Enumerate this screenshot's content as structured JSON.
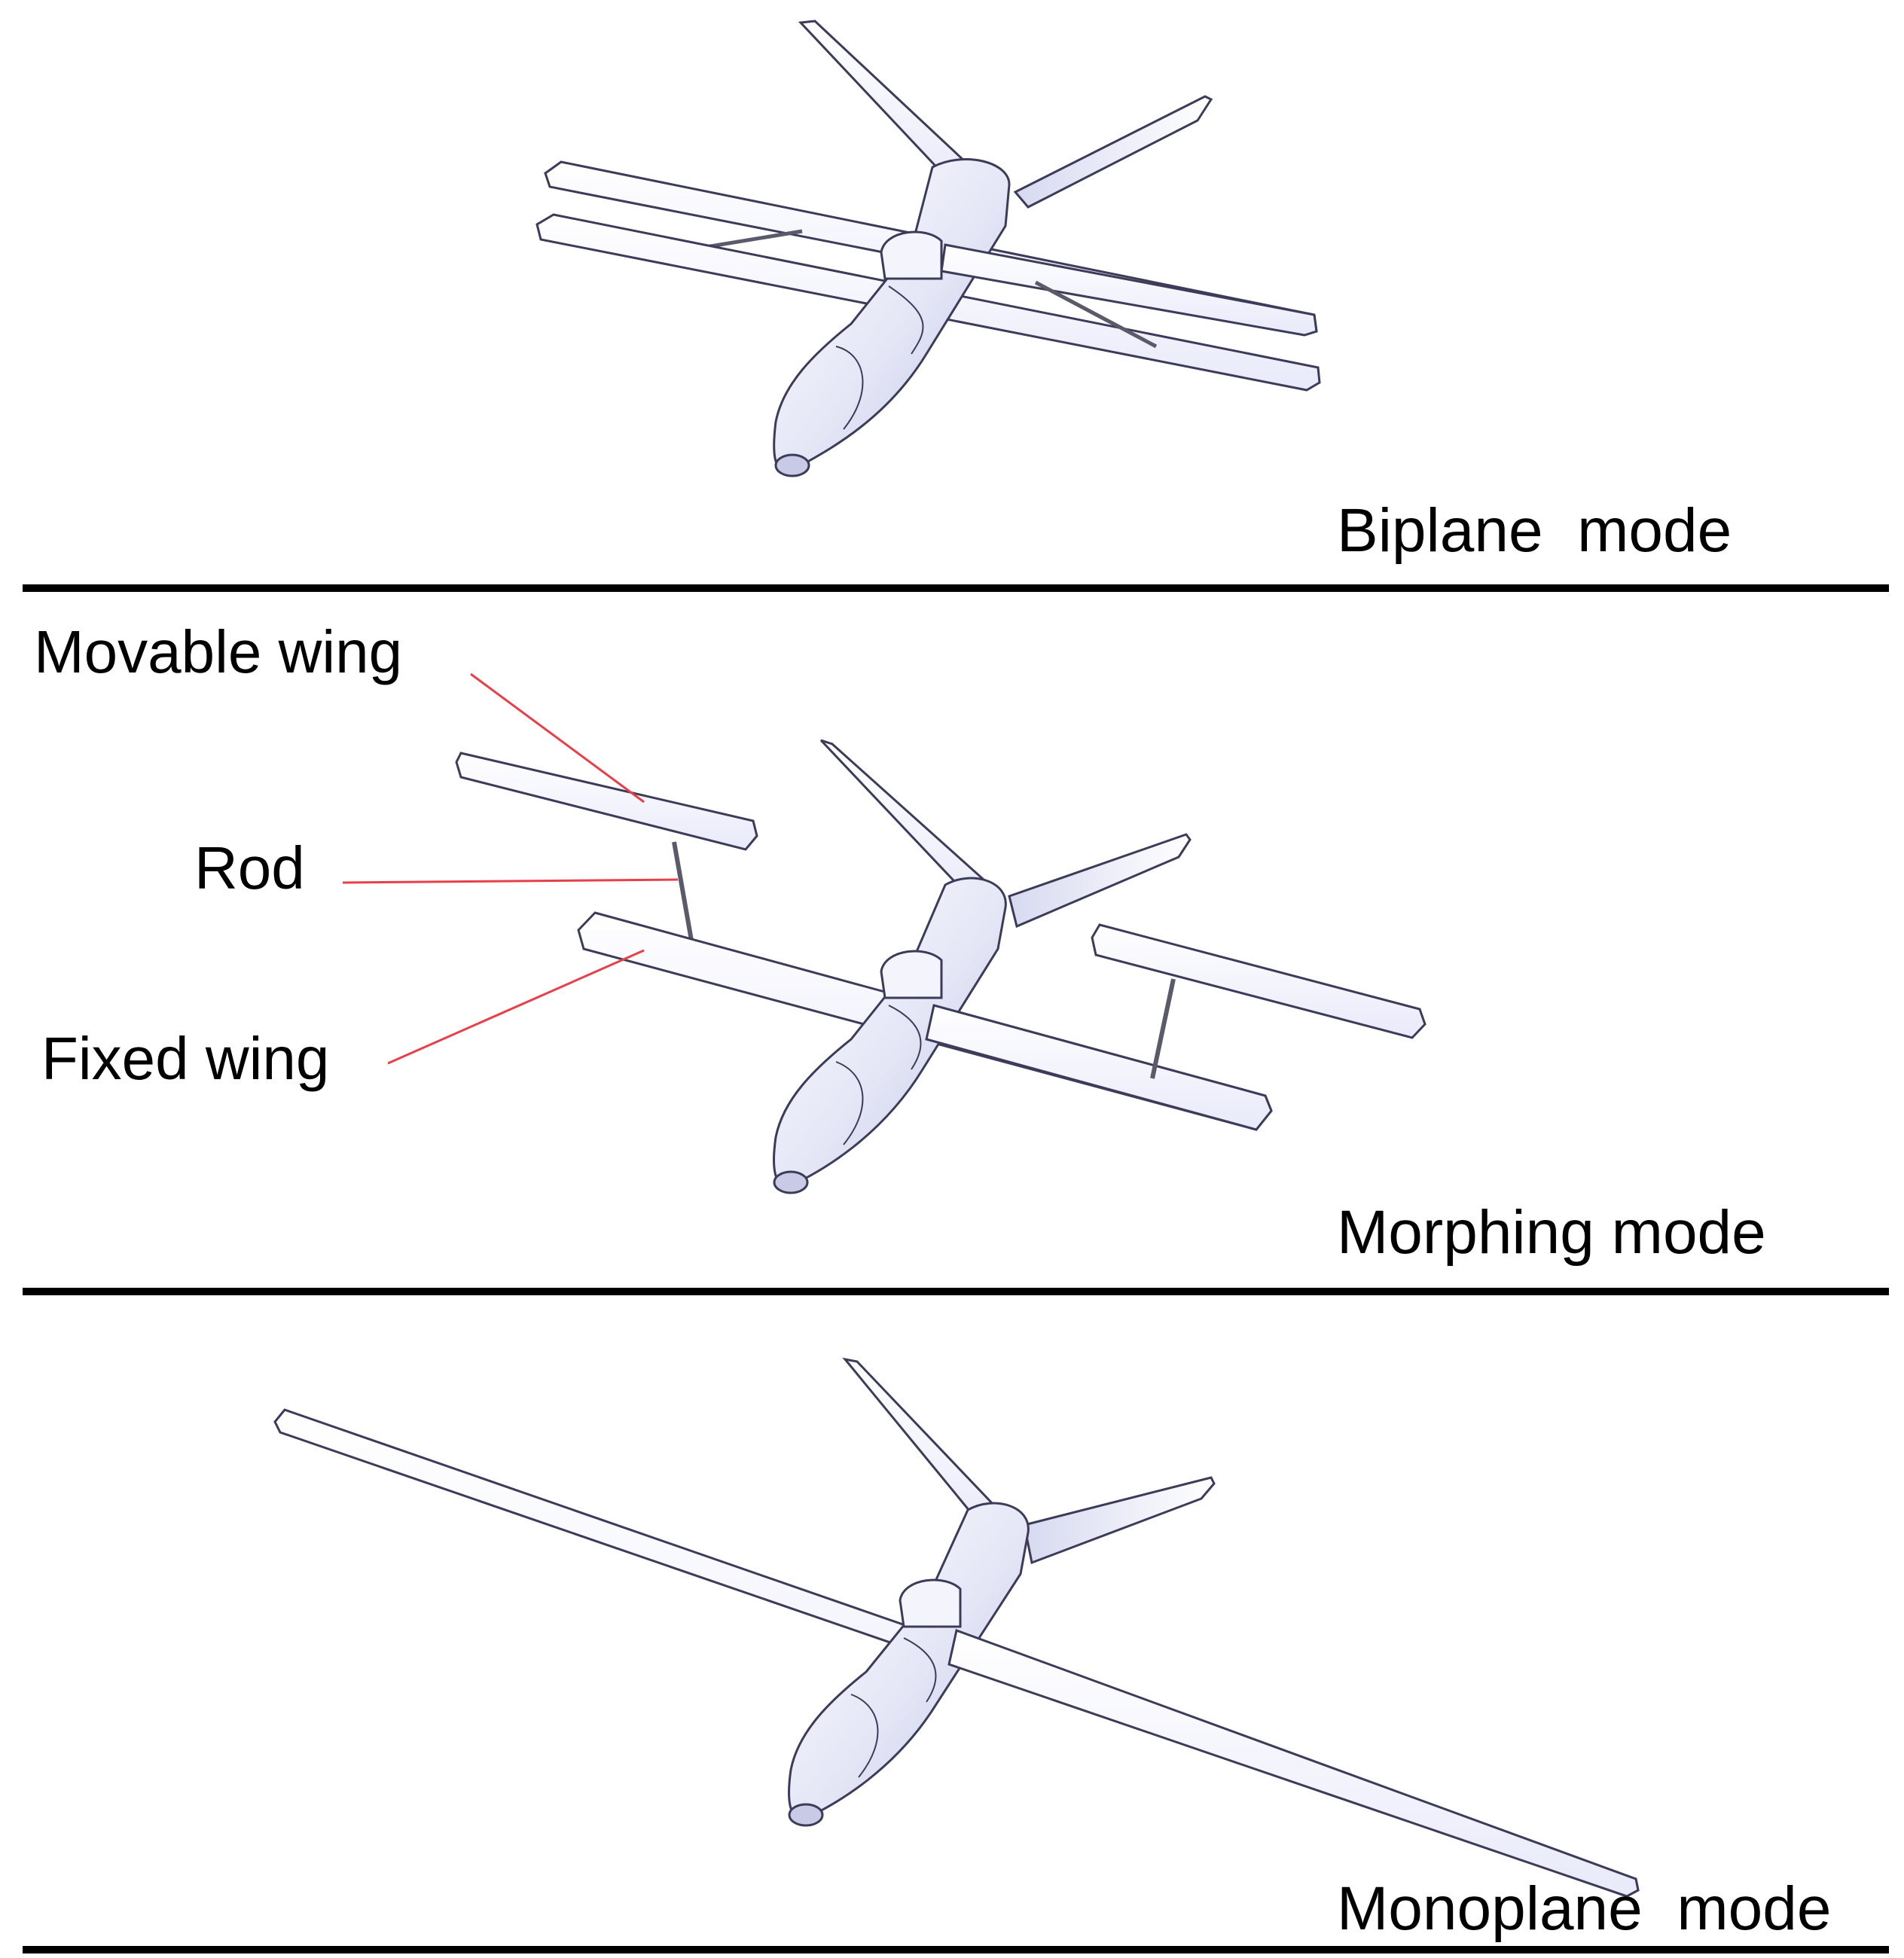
{
  "colors": {
    "background": "#ffffff",
    "text": "#000000",
    "divider": "#000000",
    "leader_line": "#e8404a",
    "surface_fill": "#f6f6ff",
    "surface_stroke": "#3c3c5a",
    "fuselage_shade": "#c8cae6",
    "rod": "#5a5a6a"
  },
  "modes": {
    "biplane": "Biplane  mode",
    "morphing": "Morphing mode",
    "monoplane": "Monoplane  mode"
  },
  "parts": {
    "movable_wing": "Movable wing",
    "rod": "Rod",
    "fixed_wing": "Fixed wing"
  }
}
